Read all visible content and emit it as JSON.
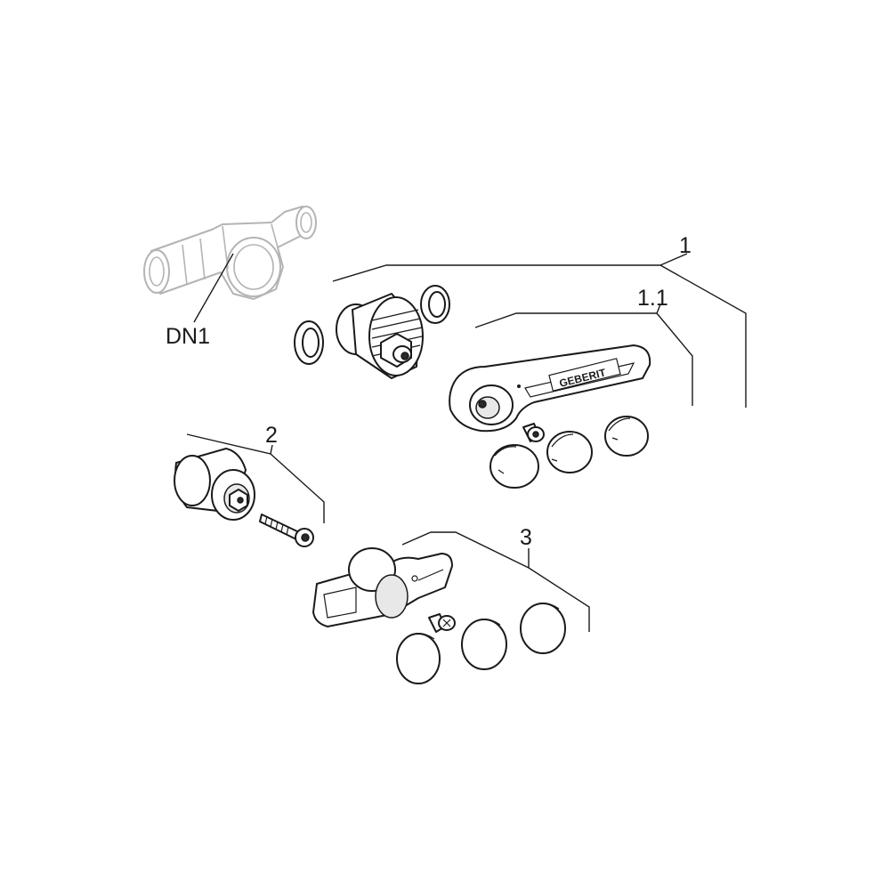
{
  "labels": {
    "dn1": "DN1",
    "item_1": "1",
    "item_1_1": "1.1",
    "item_2": "2",
    "item_3": "3",
    "brand": "GEBERIT"
  }
}
